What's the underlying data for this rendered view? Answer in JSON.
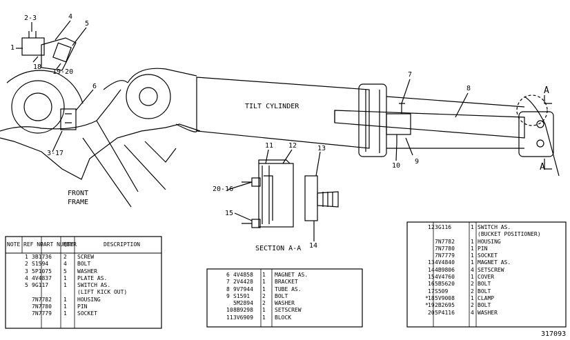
{
  "drawing": {
    "tilt_cylinder_label": "TILT CYLINDER",
    "front_frame_line1": "FRONT",
    "front_frame_line2": "FRAME",
    "section_label": "SECTION A-A",
    "section_marker": "A",
    "figure_number": "317093",
    "callouts": [
      "2-3",
      "4",
      "5",
      "1",
      "18",
      "19-20",
      "6",
      "3-17",
      "7",
      "8",
      "10",
      "9",
      "11",
      "12",
      "13",
      "20-16",
      "15",
      "14"
    ]
  },
  "left_table": {
    "headers": [
      "NOTE",
      "REF NO",
      "PART NUMBER",
      "QTY",
      "DESCRIPTION"
    ],
    "rows": [
      {
        "note": "",
        "ref": "1",
        "part": "3B1736",
        "qty": "2",
        "desc": "SCREW"
      },
      {
        "note": "",
        "ref": "2",
        "part": "S1594",
        "qty": "4",
        "desc": "BOLT"
      },
      {
        "note": "",
        "ref": "3",
        "part": "5P1075",
        "qty": "5",
        "desc": "WASHER"
      },
      {
        "note": "",
        "ref": "4",
        "part": "4V4837",
        "qty": "1",
        "desc": "PLATE AS."
      },
      {
        "note": "",
        "ref": "5",
        "part": "9G117",
        "qty": "1",
        "desc": "SWITCH AS."
      },
      {
        "note": "",
        "ref": "",
        "part": "",
        "qty": "",
        "desc": "(LIFT KICK OUT)"
      },
      {
        "note": "",
        "ref": "",
        "part": "7N7782",
        "qty": "1",
        "desc": "HOUSING"
      },
      {
        "note": "",
        "ref": "",
        "part": "7N7780",
        "qty": "1",
        "desc": "PIN"
      },
      {
        "note": "",
        "ref": "",
        "part": "7N7779",
        "qty": "1",
        "desc": "SOCKET"
      }
    ]
  },
  "middle_table": {
    "rows": [
      {
        "ref": "6",
        "part": "4V4858",
        "qty": "1",
        "desc": "MAGNET AS."
      },
      {
        "ref": "7",
        "part": "2V4428",
        "qty": "1",
        "desc": "BRACKET"
      },
      {
        "ref": "8",
        "part": "9V7944",
        "qty": "1",
        "desc": "TUBE AS."
      },
      {
        "ref": "9",
        "part": "S1591",
        "qty": "2",
        "desc": "BOLT"
      },
      {
        "ref": "",
        "part": "5M2894",
        "qty": "2",
        "desc": "WASHER"
      },
      {
        "ref": "10",
        "part": "8B9298",
        "qty": "1",
        "desc": "SETSCREW"
      },
      {
        "ref": "11",
        "part": "3V6909",
        "qty": "1",
        "desc": "BLOCK"
      }
    ]
  },
  "right_table": {
    "rows": [
      {
        "note": "",
        "ref": "12",
        "part": "3G116",
        "qty": "1",
        "desc": "SWITCH AS."
      },
      {
        "note": "",
        "ref": "",
        "part": "",
        "qty": "",
        "desc": "(BUCKET POSITIONER)"
      },
      {
        "note": "",
        "ref": "",
        "part": "7N7782",
        "qty": "1",
        "desc": "HOUSING"
      },
      {
        "note": "",
        "ref": "",
        "part": "7N7780",
        "qty": "1",
        "desc": "PIN"
      },
      {
        "note": "",
        "ref": "",
        "part": "7N7779",
        "qty": "1",
        "desc": "SOCKET"
      },
      {
        "note": "",
        "ref": "13",
        "part": "4V4840",
        "qty": "1",
        "desc": "MAGNET AS."
      },
      {
        "note": "",
        "ref": "14",
        "part": "4B9806",
        "qty": "4",
        "desc": "SETSCREW"
      },
      {
        "note": "",
        "ref": "15",
        "part": "4V4760",
        "qty": "1",
        "desc": "COVER"
      },
      {
        "note": "",
        "ref": "16",
        "part": "5B5620",
        "qty": "2",
        "desc": "BOLT"
      },
      {
        "note": "",
        "ref": "17",
        "part": "S509",
        "qty": "2",
        "desc": "BOLT"
      },
      {
        "note": "*",
        "ref": "18",
        "part": "5V9008",
        "qty": "1",
        "desc": "CLAMP"
      },
      {
        "note": "*",
        "ref": "19",
        "part": "2B2695",
        "qty": "2",
        "desc": "BOLT"
      },
      {
        "note": "",
        "ref": "20",
        "part": "5P4116",
        "qty": "4",
        "desc": "WASHER"
      }
    ]
  }
}
